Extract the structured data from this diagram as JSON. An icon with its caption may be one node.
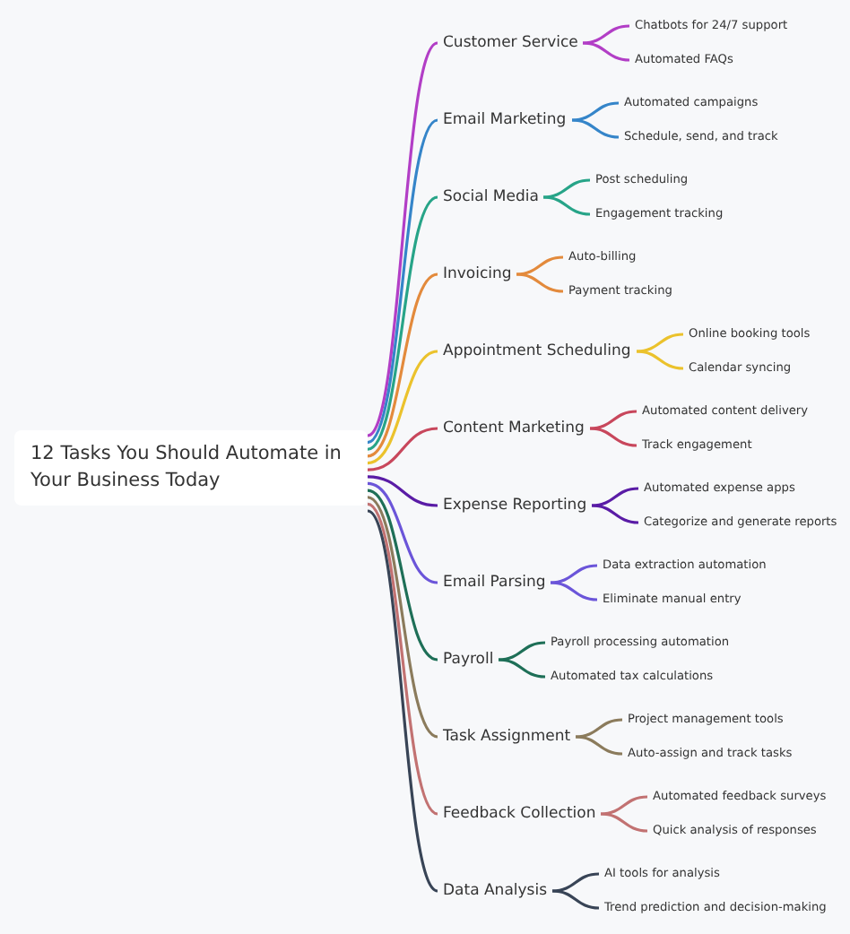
{
  "diagram": {
    "nodes": [
      {
        "text": [
          "12 Tasks You Should Automate in Your Business Today"
        ]
      },
      {
        "text": [
          "Customer Service"
        ]
      },
      {
        "text": [
          "Chatbots for 24/7 support"
        ]
      },
      {
        "text": [
          "Automated FAQs"
        ]
      },
      {
        "text": [
          "Email Marketing"
        ]
      },
      {
        "text": [
          "Automated campaigns"
        ]
      },
      {
        "text": [
          "Schedule, send, and track"
        ]
      },
      {
        "text": [
          "Social Media"
        ]
      },
      {
        "text": [
          "Post scheduling"
        ]
      },
      {
        "text": [
          "Engagement tracking"
        ]
      },
      {
        "text": [
          "Invoicing"
        ]
      },
      {
        "text": [
          "Auto-billing"
        ]
      },
      {
        "text": [
          "Payment tracking"
        ]
      },
      {
        "text": [
          "Appointment Scheduling"
        ]
      },
      {
        "text": [
          "Online booking tools"
        ]
      },
      {
        "text": [
          "Calendar syncing"
        ]
      },
      {
        "text": [
          "Content Marketing"
        ]
      },
      {
        "text": [
          "Automated content delivery"
        ]
      },
      {
        "text": [
          "Track engagement"
        ]
      },
      {
        "text": [
          "Expense Reporting"
        ]
      },
      {
        "text": [
          "Automated expense apps"
        ]
      },
      {
        "text": [
          "Categorize and generate reports"
        ]
      },
      {
        "text": [
          "Email Parsing"
        ]
      },
      {
        "text": [
          "Data extraction automation"
        ]
      },
      {
        "text": [
          "Eliminate manual entry"
        ]
      },
      {
        "text": [
          "Payroll"
        ]
      },
      {
        "text": [
          "Payroll processing automation"
        ]
      },
      {
        "text": [
          "Automated tax calculations"
        ]
      },
      {
        "text": [
          "Task Assignment"
        ]
      },
      {
        "text": [
          "Project management tools"
        ]
      },
      {
        "text": [
          "Auto-assign and track tasks"
        ]
      },
      {
        "text": [
          "Feedback Collection"
        ]
      },
      {
        "text": [
          "Automated feedback surveys"
        ]
      },
      {
        "text": [
          "Quick analysis of responses"
        ]
      },
      {
        "text": [
          "Data Analysis"
        ]
      },
      {
        "text": [
          "AI tools for analysis"
        ]
      },
      {
        "text": [
          "Trend prediction and decision-making"
        ]
      }
    ],
    "edges": [
      {
        "from": 0,
        "to": 1,
        "arrow": "none",
        "color": "#b23ec6"
      },
      {
        "from": 1,
        "to": 2,
        "arrow": "none",
        "color": "#b23ec6"
      },
      {
        "from": 1,
        "to": 3,
        "arrow": "none",
        "color": "#b23ec6"
      },
      {
        "from": 0,
        "to": 4,
        "arrow": "none",
        "color": "#3585c9"
      },
      {
        "from": 4,
        "to": 5,
        "arrow": "none",
        "color": "#3585c9"
      },
      {
        "from": 4,
        "to": 6,
        "arrow": "none",
        "color": "#3585c9"
      },
      {
        "from": 0,
        "to": 7,
        "arrow": "none",
        "color": "#27a488"
      },
      {
        "from": 7,
        "to": 8,
        "arrow": "none",
        "color": "#27a488"
      },
      {
        "from": 7,
        "to": 9,
        "arrow": "none",
        "color": "#27a488"
      },
      {
        "from": 0,
        "to": 10,
        "arrow": "none",
        "color": "#e38a3c"
      },
      {
        "from": 10,
        "to": 11,
        "arrow": "none",
        "color": "#e38a3c"
      },
      {
        "from": 10,
        "to": 12,
        "arrow": "none",
        "color": "#e38a3c"
      },
      {
        "from": 0,
        "to": 13,
        "arrow": "none",
        "color": "#ebc22c"
      },
      {
        "from": 13,
        "to": 14,
        "arrow": "none",
        "color": "#ebc22c"
      },
      {
        "from": 13,
        "to": 15,
        "arrow": "none",
        "color": "#ebc22c"
      },
      {
        "from": 0,
        "to": 16,
        "arrow": "none",
        "color": "#c8475c"
      },
      {
        "from": 16,
        "to": 17,
        "arrow": "none",
        "color": "#c8475c"
      },
      {
        "from": 16,
        "to": 18,
        "arrow": "none",
        "color": "#c8475c"
      },
      {
        "from": 0,
        "to": 19,
        "arrow": "none",
        "color": "#5a1ca6"
      },
      {
        "from": 19,
        "to": 20,
        "arrow": "none",
        "color": "#5a1ca6"
      },
      {
        "from": 19,
        "to": 21,
        "arrow": "none",
        "color": "#5a1ca6"
      },
      {
        "from": 0,
        "to": 22,
        "arrow": "none",
        "color": "#6b55d9"
      },
      {
        "from": 22,
        "to": 23,
        "arrow": "none",
        "color": "#6b55d9"
      },
      {
        "from": 22,
        "to": 24,
        "arrow": "none",
        "color": "#6b55d9"
      },
      {
        "from": 0,
        "to": 25,
        "arrow": "none",
        "color": "#1e6f57"
      },
      {
        "from": 25,
        "to": 26,
        "arrow": "none",
        "color": "#1e6f57"
      },
      {
        "from": 25,
        "to": 27,
        "arrow": "none",
        "color": "#1e6f57"
      },
      {
        "from": 0,
        "to": 28,
        "arrow": "none",
        "color": "#8b7b5c"
      },
      {
        "from": 28,
        "to": 29,
        "arrow": "none",
        "color": "#8b7b5c"
      },
      {
        "from": 28,
        "to": 30,
        "arrow": "none",
        "color": "#8b7b5c"
      },
      {
        "from": 0,
        "to": 31,
        "arrow": "none",
        "color": "#c27272"
      },
      {
        "from": 31,
        "to": 32,
        "arrow": "none",
        "color": "#c27272"
      },
      {
        "from": 31,
        "to": 33,
        "arrow": "none",
        "color": "#c27272"
      },
      {
        "from": 0,
        "to": 34,
        "arrow": "none",
        "color": "#384456"
      },
      {
        "from": 34,
        "to": 35,
        "arrow": "none",
        "color": "#384456"
      },
      {
        "from": 34,
        "to": 36,
        "arrow": "none",
        "color": "#384456"
      }
    ]
  }
}
